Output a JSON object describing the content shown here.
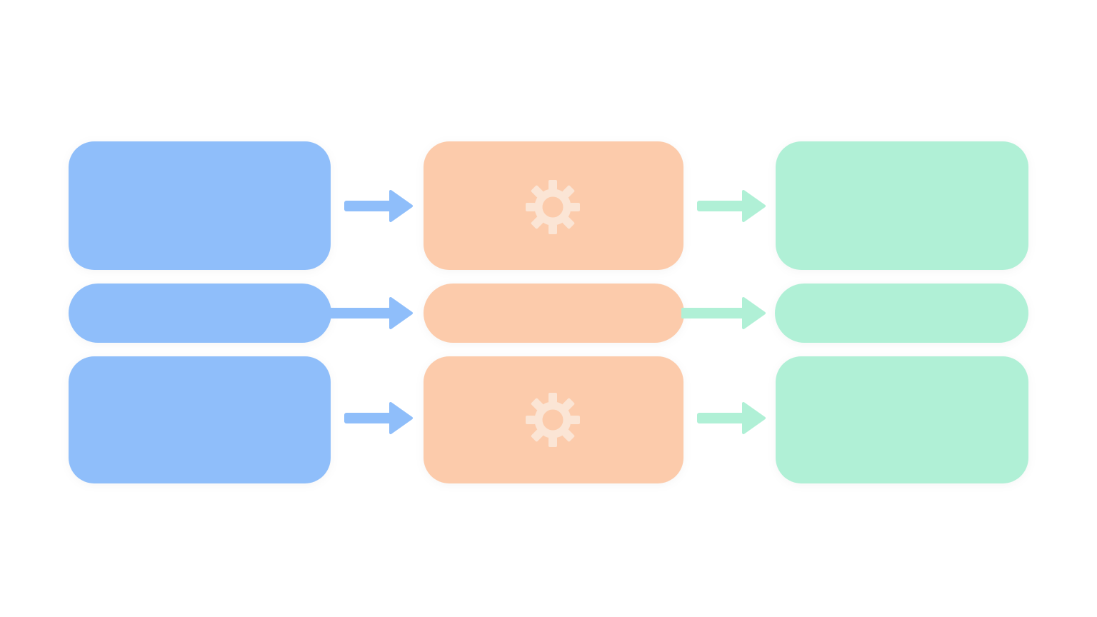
{
  "colors": {
    "input": "#8fbefa",
    "process": "#fccbab",
    "output": "#b0f0d6",
    "gear": "#fbe5d5",
    "background": "#ffffff"
  },
  "rows": [
    {
      "input": "",
      "process": "",
      "output": "",
      "process_icon": "gear-icon",
      "in_arrow_color": "input",
      "out_arrow_color": "output"
    },
    {
      "input": "",
      "process": "",
      "output": "",
      "process_icon": "",
      "in_arrow_color": "input",
      "out_arrow_color": "output"
    },
    {
      "input": "",
      "process": "",
      "output": "",
      "process_icon": "gear-icon",
      "in_arrow_color": "input",
      "out_arrow_color": "output"
    }
  ]
}
